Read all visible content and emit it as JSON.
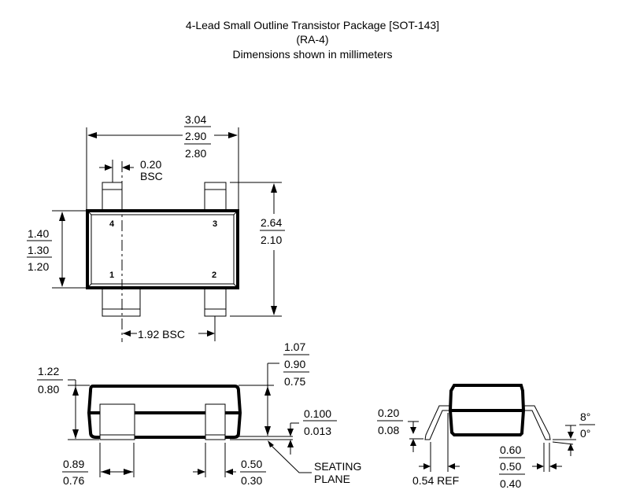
{
  "title": {
    "line1": "4-Lead Small Outline Transistor Package [SOT-143]",
    "line2": "(RA-4)",
    "line3": "Dimensions shown in millimeters"
  },
  "top_view": {
    "width": [
      "3.04",
      "2.90",
      "2.80"
    ],
    "lead_offset": [
      "0.20",
      "BSC"
    ],
    "body_height": [
      "1.40",
      "1.30",
      "1.20"
    ],
    "overall_height": [
      "2.64",
      "2.10"
    ],
    "pitch": "1.92 BSC",
    "pins": [
      "1",
      "2",
      "3",
      "4"
    ]
  },
  "side_view": {
    "body_thickness": [
      "1.22",
      "0.80"
    ],
    "overall_height": [
      "1.07",
      "0.90",
      "0.75"
    ],
    "standoff": [
      "0.100",
      "0.013"
    ],
    "lead1_width": [
      "0.89",
      "0.76"
    ],
    "lead_width": [
      "0.50",
      "0.30"
    ],
    "seating_plane": [
      "SEATING",
      "PLANE"
    ]
  },
  "end_view": {
    "lead_thickness": [
      "0.20",
      "0.08"
    ],
    "foot_ref": "0.54 REF",
    "foot_length": [
      "0.60",
      "0.50",
      "0.40"
    ],
    "angle": [
      "8°",
      "0°"
    ]
  }
}
